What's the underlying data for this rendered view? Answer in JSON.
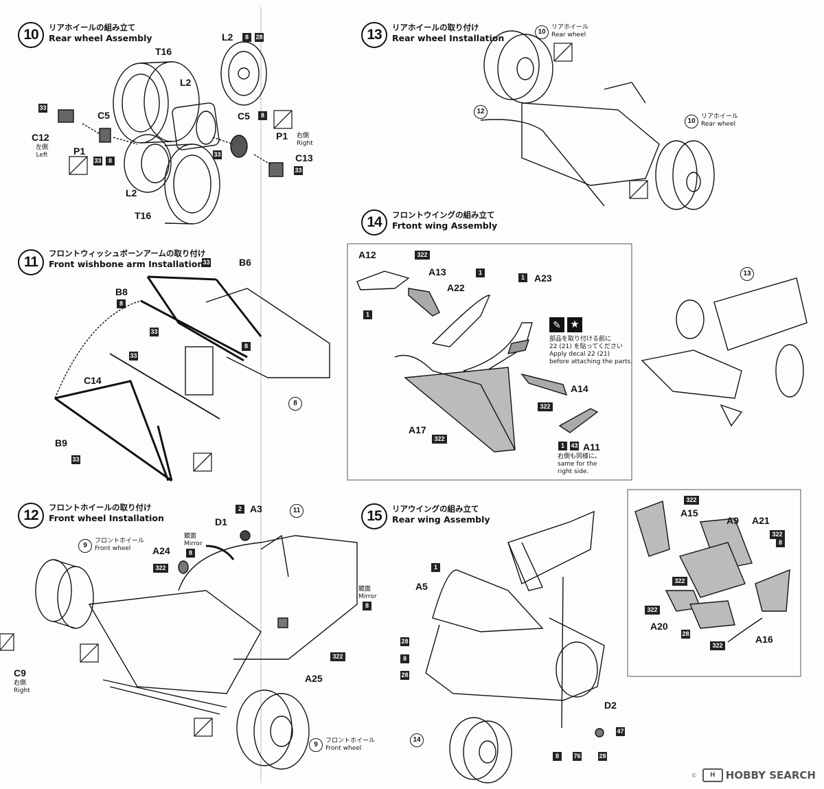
{
  "steps": {
    "s10": {
      "num": "10",
      "jp": "リアホイールの組み立て",
      "en": "Rear wheel Assembly"
    },
    "s11": {
      "num": "11",
      "jp": "フロントウィッシュボーンアームの取り付け",
      "en": "Front wishbone arm Installation"
    },
    "s12": {
      "num": "12",
      "jp": "フロントホイールの取り付け",
      "en": "Front wheel Installation"
    },
    "s13": {
      "num": "13",
      "jp": "リアホイールの取り付け",
      "en": "Rear wheel Installation"
    },
    "s14": {
      "num": "14",
      "jp": "フロントウイングの組み立て",
      "en": "Frtont wing Assembly"
    },
    "s15": {
      "num": "15",
      "jp": "リアウイングの組み立て",
      "en": "Rear wing Assembly"
    }
  },
  "parts": {
    "T16": "T16",
    "L2": "L2",
    "C5": "C5",
    "C12": "C12",
    "C13": "C13",
    "P1": "P1",
    "B6": "B6",
    "B8": "B8",
    "B9": "B9",
    "C14": "C14",
    "C9": "C9",
    "D1": "D1",
    "A3": "A3",
    "A24": "A24",
    "A25": "A25",
    "D2": "D2",
    "A12": "A12",
    "A13": "A13",
    "A22": "A22",
    "A23": "A23",
    "A14": "A14",
    "A17": "A17",
    "A11": "A11",
    "A5": "A5",
    "A15": "A15",
    "A9": "A9",
    "A21": "A21",
    "A20": "A20",
    "A16": "A16"
  },
  "colors": {
    "c1": "1",
    "c2": "2",
    "c8": "8",
    "c28": "28",
    "c33": "33",
    "c43": "43",
    "c47": "47",
    "c76": "76",
    "c322": "322"
  },
  "refs": {
    "r8": "8",
    "r9": "9",
    "r10": "10",
    "r11": "11",
    "r12": "12",
    "r13": "13",
    "r14": "14"
  },
  "notes": {
    "left_jp": "左側",
    "left_en": "Left",
    "right_jp": "右側",
    "right_en": "Right",
    "rear_wheel_jp": "リアホイール",
    "rear_wheel_en": "Rear wheel",
    "front_wheel_jp": "フロントホイール",
    "front_wheel_en": "Front wheel",
    "mirror_jp": "鏡面",
    "mirror_en": "Mirror",
    "decal_jp1": "部品を取り付ける前に",
    "decal_jp2": "22 (21) を貼ってください",
    "decal_en1": "Apply decal 22 (21)",
    "decal_en2": "before attaching the parts.",
    "same_jp": "右側も同様に。",
    "same_en1": "same for the",
    "same_en2": "right side."
  },
  "watermark": {
    "copyright": "©",
    "brand": "HOBBY SEARCH"
  }
}
